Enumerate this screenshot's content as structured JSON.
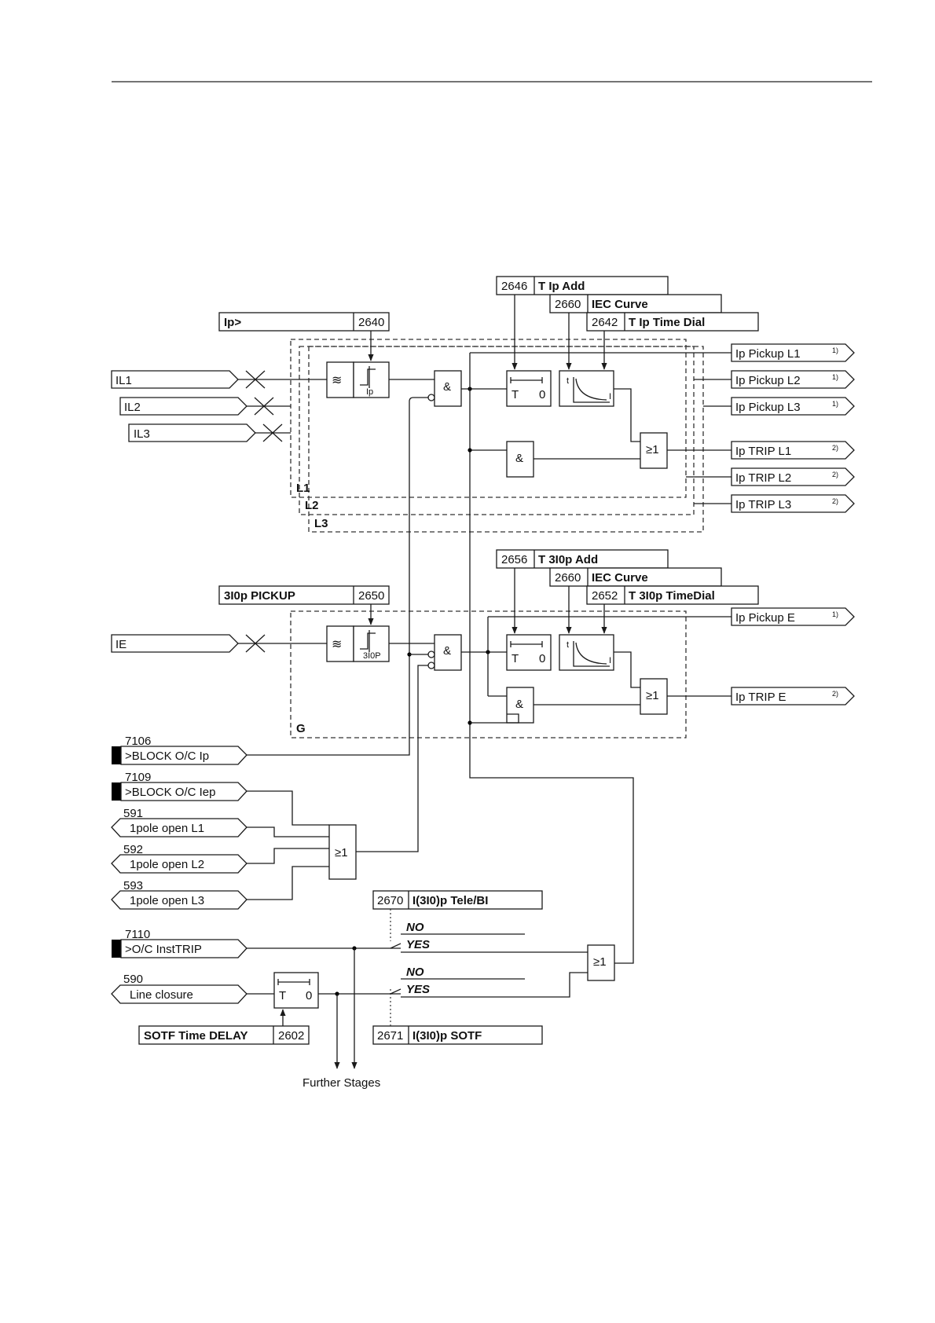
{
  "params": {
    "p2646": {
      "num": "2646",
      "label": "T Ip Add"
    },
    "p2660a": {
      "num": "2660",
      "label": "IEC Curve"
    },
    "p2642": {
      "num": "2642",
      "label": "T Ip Time Dial"
    },
    "p2640": {
      "num": "2640",
      "label": "Ip>"
    },
    "p2656": {
      "num": "2656",
      "label": "T 3I0p Add"
    },
    "p2660b": {
      "num": "2660",
      "label": "IEC Curve"
    },
    "p2652": {
      "num": "2652",
      "label": "T 3I0p TimeDial"
    },
    "p2650": {
      "num": "2650",
      "label": "3I0p PICKUP"
    },
    "p2670": {
      "num": "2670",
      "label": "I(3I0)p Tele/BI"
    },
    "p2671": {
      "num": "2671",
      "label": "I(3I0)p SOTF"
    },
    "p2602": {
      "num": "2602",
      "label": "SOTF Time DELAY"
    }
  },
  "inputs": {
    "il1": "IL1",
    "il2": "IL2",
    "il3": "IL3",
    "ie": "IE"
  },
  "binary_inputs": [
    {
      "num": "7106",
      "label": ">BLOCK O/C Ip"
    },
    {
      "num": "7109",
      "label": ">BLOCK O/C Iep"
    },
    {
      "num": "591",
      "label": "1pole open L1"
    },
    {
      "num": "592",
      "label": "1pole open L2"
    },
    {
      "num": "593",
      "label": "1pole open L3"
    },
    {
      "num": "7110",
      "label": ">O/C InstTRIP"
    },
    {
      "num": "590",
      "label": "Line closure"
    }
  ],
  "outputs": [
    {
      "label": "Ip Pickup L1",
      "note": "1)"
    },
    {
      "label": "Ip Pickup L2",
      "note": "1)"
    },
    {
      "label": "Ip Pickup L3",
      "note": "1)"
    },
    {
      "label": "Ip TRIP L1",
      "note": "2)"
    },
    {
      "label": "Ip TRIP L2",
      "note": "2)"
    },
    {
      "label": "Ip TRIP L3",
      "note": "2)"
    },
    {
      "label": "Ip Pickup E",
      "note": "1)"
    },
    {
      "label": "Ip TRIP E",
      "note": "2)"
    }
  ],
  "phase_labels": {
    "l1": "L1",
    "l2": "L2",
    "l3": "L3",
    "g": "G"
  },
  "gates": {
    "and": "&",
    "or": "≥1"
  },
  "timer": {
    "t": "T",
    "zero": "0"
  },
  "curve": {
    "t": "t",
    "i": "I"
  },
  "threshold": {
    "ip": "Ip",
    "i0": "3I0P"
  },
  "filter_symbol": "≋",
  "switch": {
    "no": "NO",
    "yes": "YES"
  },
  "further_stages": "Further Stages"
}
